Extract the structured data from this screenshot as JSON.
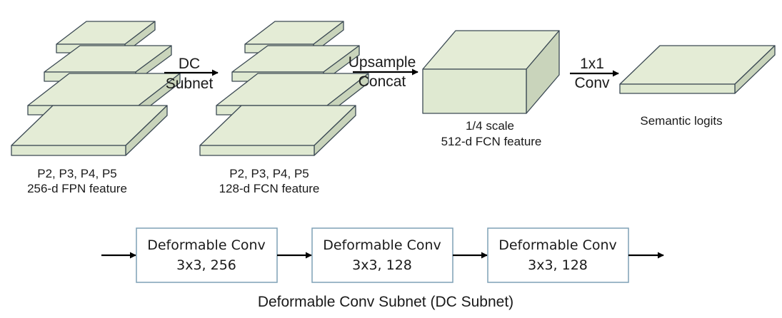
{
  "fpn_stack": {
    "line1": "P2, P3, P4, P5",
    "line2": "256-d FPN feature"
  },
  "arrow_dc": {
    "line1": "DC",
    "line2": "Subnet"
  },
  "fcn_stack": {
    "line1": "P2, P3, P4, P5",
    "line2": "128-d FCN feature"
  },
  "arrow_upsample": {
    "line1": "Upsample",
    "line2": "Concat"
  },
  "fcn_cube": {
    "line1": "1/4 scale",
    "line2": "512-d FCN feature"
  },
  "arrow_conv": {
    "line1": "1x1",
    "line2": "Conv"
  },
  "logits": {
    "label": "Semantic logits"
  },
  "dc_subnet": {
    "blocks": [
      {
        "title": "Deformable Conv",
        "params": "3x3, 256"
      },
      {
        "title": "Deformable Conv",
        "params": "3x3, 128"
      },
      {
        "title": "Deformable Conv",
        "params": "3x3, 128"
      }
    ],
    "caption": "Deformable Conv Subnet (DC Subnet)"
  },
  "colors": {
    "slab_top": "#e4ecd6",
    "slab_front": "#dfe9d1",
    "slab_side": "#c9d4bb",
    "slab_stroke": "#3c4a54",
    "box_stroke": "#7fa0b6",
    "arrow": "#000000"
  }
}
